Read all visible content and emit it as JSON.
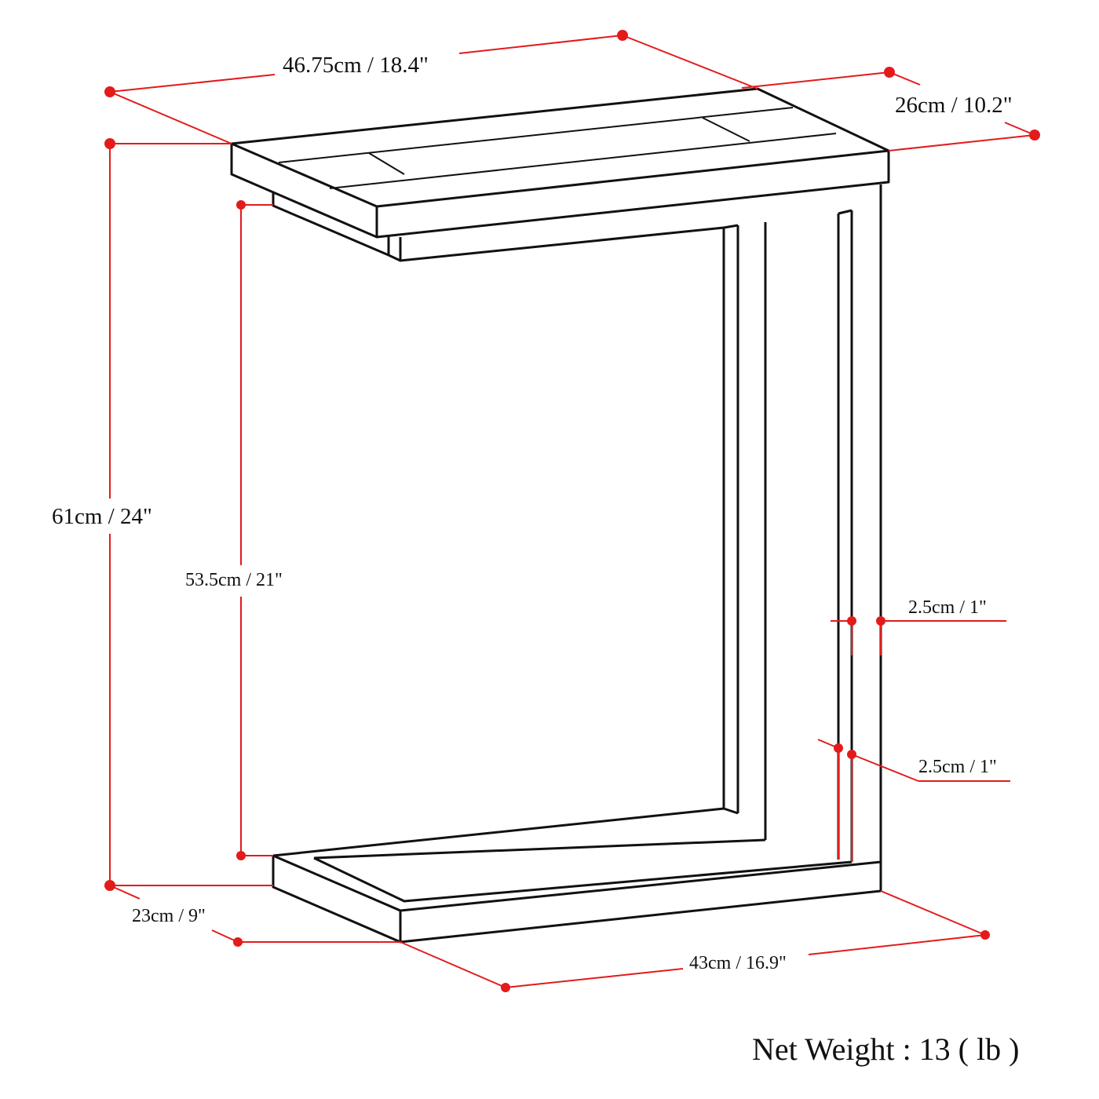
{
  "dimensions": {
    "width": "46.75cm / 18.4\"",
    "depth": "26cm / 10.2\"",
    "total_height": "61cm / 24\"",
    "clearance_height": "53.5cm / 21\"",
    "upright_thickness": "2.5cm / 1\"",
    "base_thickness": "2.5cm / 1\"",
    "base_depth": "23cm / 9\"",
    "base_width": "43cm / 16.9\""
  },
  "net_weight": "Net Weight : 13 ( lb )",
  "colors": {
    "dimension": "#e31b1b",
    "outline": "#111111"
  }
}
